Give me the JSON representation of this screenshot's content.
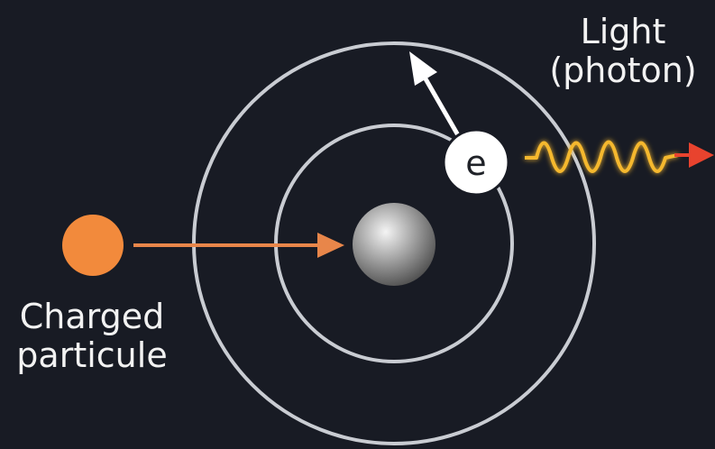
{
  "labels": {
    "light_line1": "Light",
    "light_line2": "(photon)",
    "particle_line1": "Charged",
    "particle_line2": "particule",
    "electron": "e"
  },
  "colors": {
    "background": "#181b24",
    "orbit": "#c9ccd2",
    "particle": "#f28a3c",
    "particle_arrow": "#e8864a",
    "nucleus": "#b5b5b5",
    "electron_fill": "#ffffff",
    "electron_text": "#1f2228",
    "electron_arrow": "#ffffff",
    "photon_wave": "#f5b82e",
    "photon_arrow": "#e8432e",
    "text": "#f2f2f2"
  },
  "icons": {
    "particle": "charged-particle-circle",
    "nucleus": "nucleus-sphere",
    "electron": "electron-circle",
    "photon": "photon-wave"
  }
}
